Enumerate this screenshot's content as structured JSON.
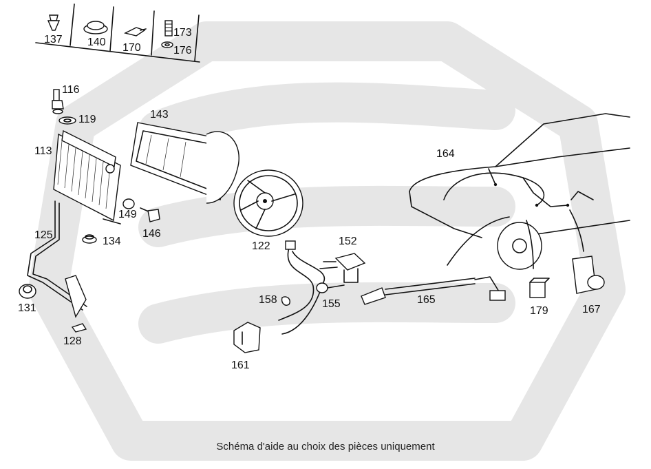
{
  "caption": "Schéma d'aide au choix des pièces uniquement",
  "labels": {
    "p113": "113",
    "p116": "116",
    "p119": "119",
    "p122": "122",
    "p125": "125",
    "p128": "128",
    "p131": "131",
    "p134": "134",
    "p137": "137",
    "p140": "140",
    "p143": "143",
    "p146": "146",
    "p149": "149",
    "p152": "152",
    "p155": "155",
    "p158": "158",
    "p161": "161",
    "p164": "164",
    "p165": "165",
    "p167": "167",
    "p170": "170",
    "p173": "173",
    "p176": "176",
    "p179": "179"
  },
  "colors": {
    "ink": "#111111",
    "watermark": "#e6e6e6",
    "background": "#ffffff"
  }
}
